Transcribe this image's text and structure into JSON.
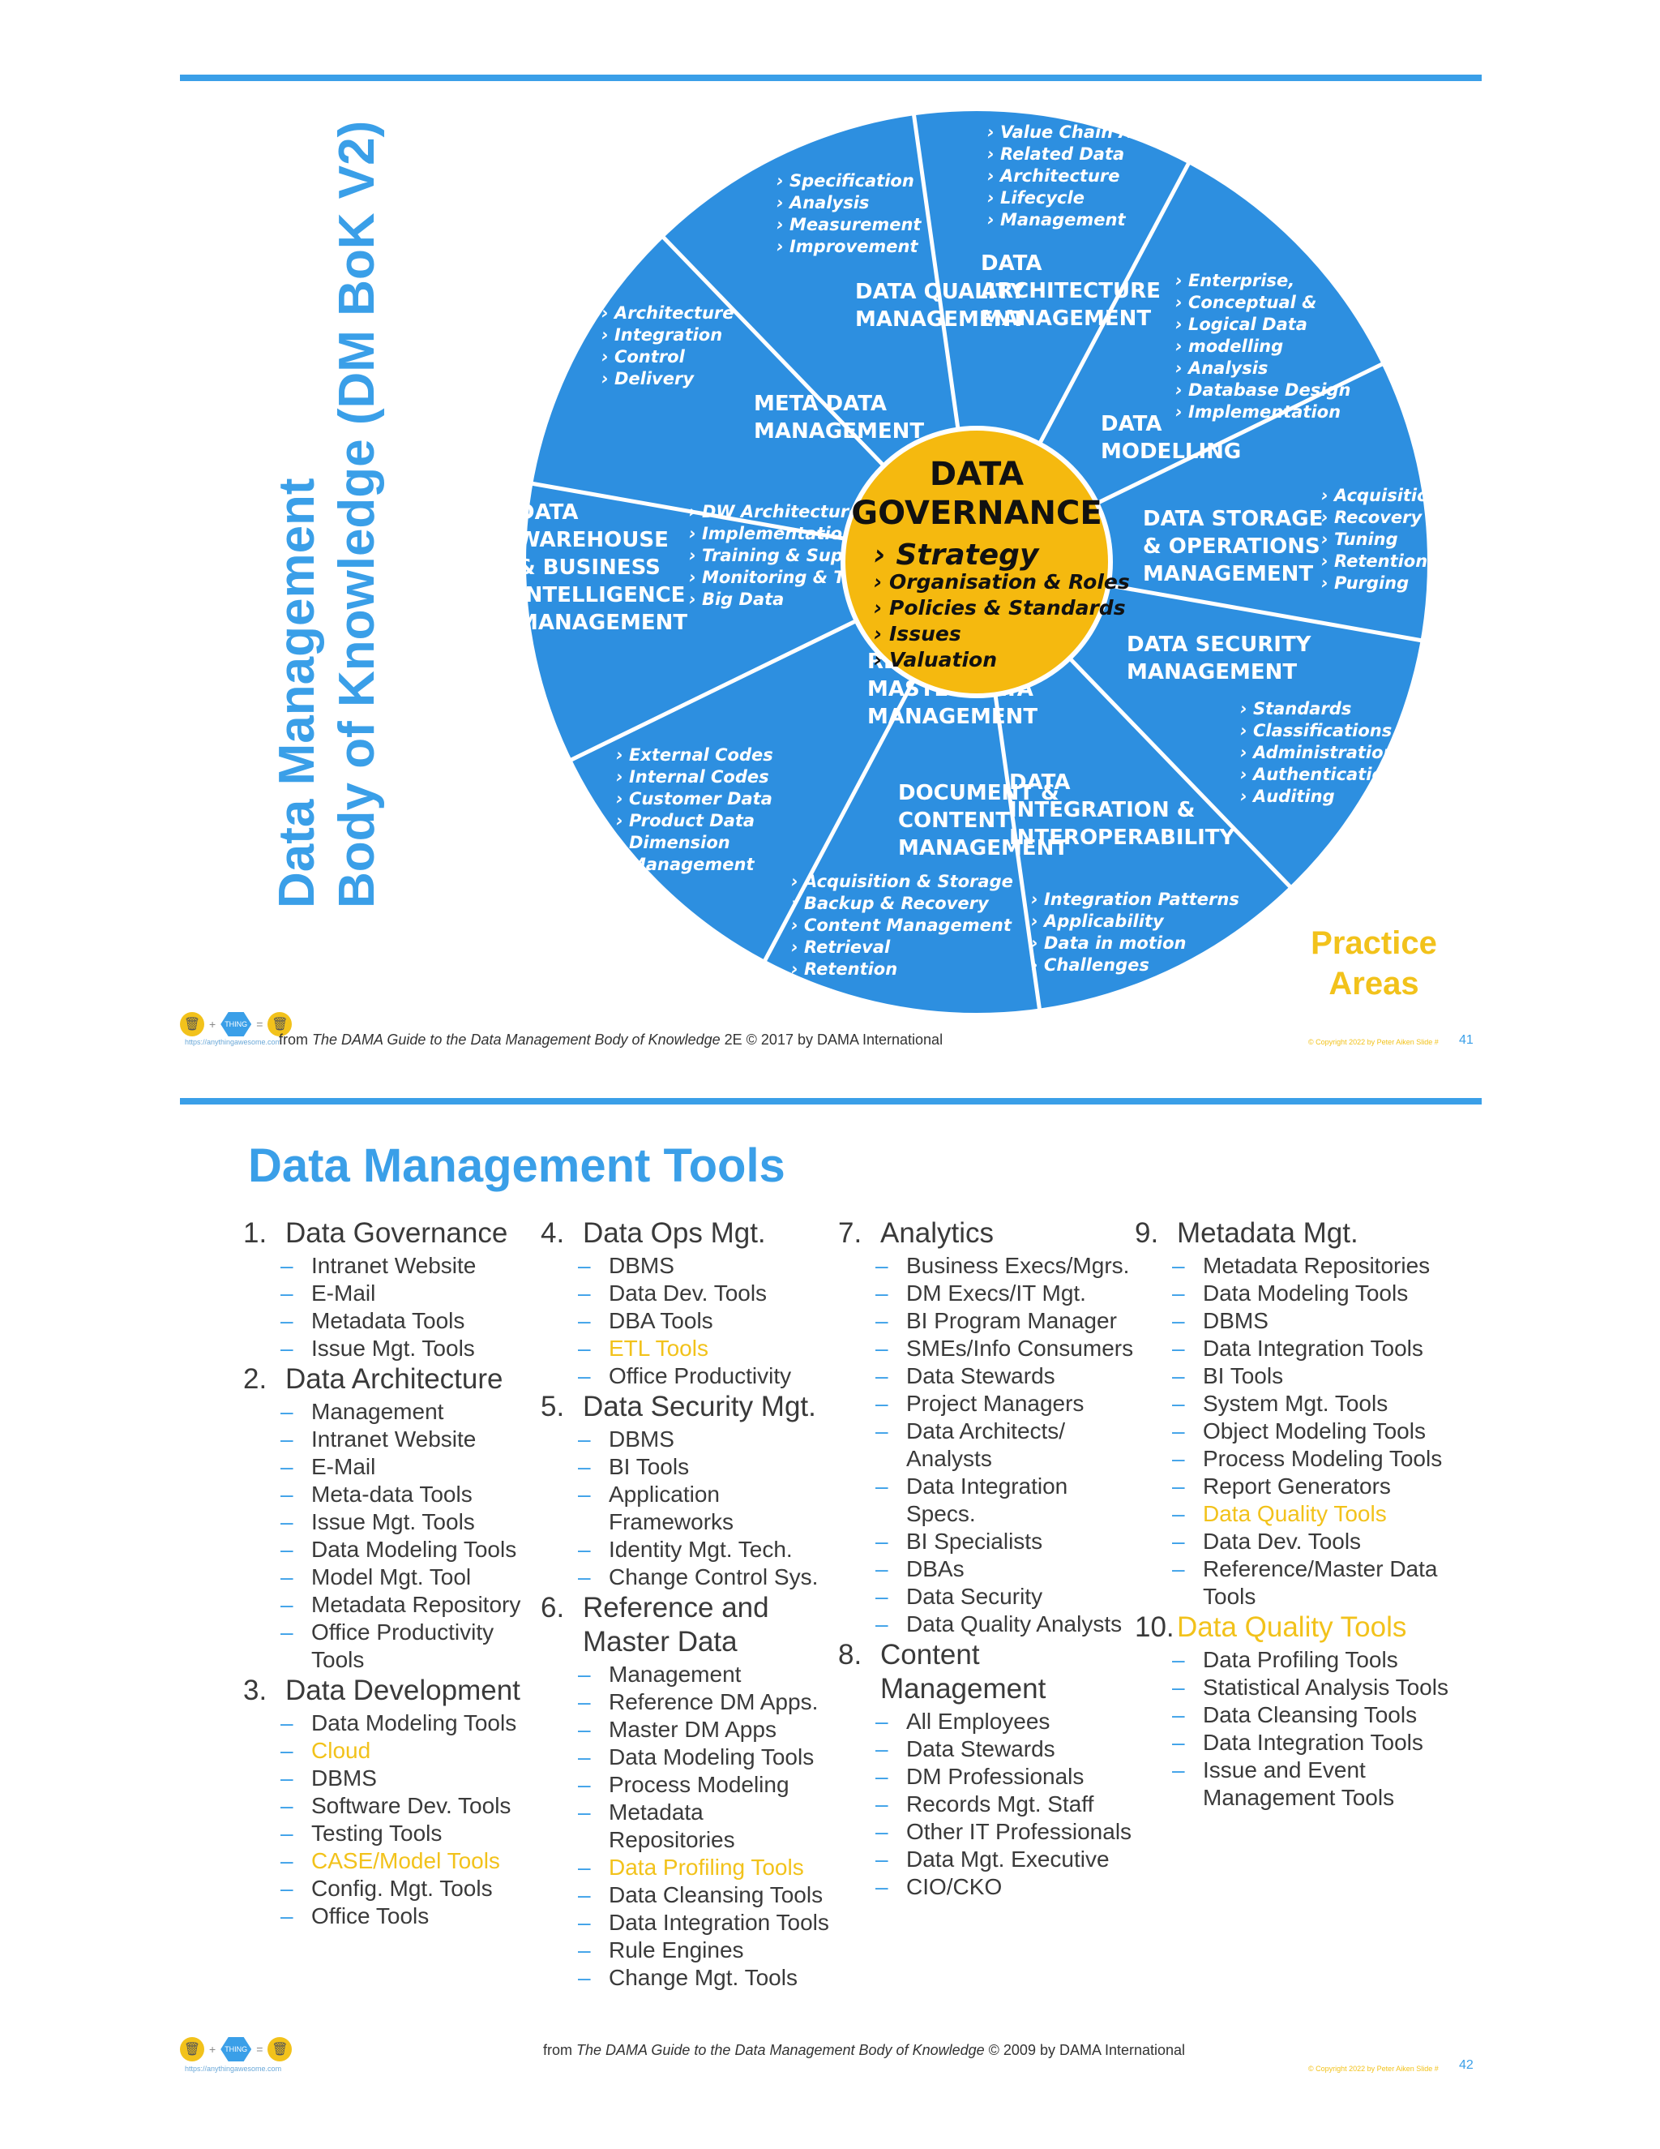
{
  "slide1": {
    "title_line1": "Data Management",
    "title_line2": "Body of Knowledge (DM BoK V2)",
    "center": {
      "title": [
        "DATA",
        "GOVERNANCE"
      ],
      "items": [
        "Strategy",
        "Organisation & Roles",
        "Policies & Standards",
        "Issues",
        "Valuation"
      ]
    },
    "segments": [
      {
        "title": [
          "DATA",
          "ARCHITECTURE",
          "MANAGEMENT"
        ],
        "items": [
          "Value Chain Analysis",
          "Related Data",
          "Architecture",
          "Lifecycle",
          "Management"
        ]
      },
      {
        "title": [
          "DATA",
          "MODELLING"
        ],
        "items": [
          "Enterprise,",
          "Conceptual &",
          "Logical  Data",
          "modelling",
          "Analysis",
          "Database Design",
          "Implementation"
        ]
      },
      {
        "title": [
          "DATA STORAGE",
          "& OPERATIONS",
          "MANAGEMENT"
        ],
        "items": [
          "Acquisition",
          "Recovery",
          "Tuning",
          "Retention",
          "Purging"
        ]
      },
      {
        "title": [
          "DATA SECURITY",
          "MANAGEMENT"
        ],
        "items": [
          "Standards",
          "Classifications",
          "Administration",
          "Authentication",
          "Auditing"
        ]
      },
      {
        "title": [
          "DATA",
          "INTEGRATION &",
          "INTEROPERABILITY"
        ],
        "items": [
          "Integration Patterns",
          "Applicability",
          "Data in motion",
          "Challenges"
        ]
      },
      {
        "title": [
          "DOCUMENT &",
          "CONTENT",
          "MANAGEMENT"
        ],
        "items": [
          "Acquisition & Storage",
          "Backup & Recovery",
          "Content Management",
          "Retrieval",
          "Retention"
        ]
      },
      {
        "title": [
          "REFERENCE &",
          "MASTER DATA",
          "MANAGEMENT"
        ],
        "items": [
          "External Codes",
          "Internal Codes",
          "Customer Data",
          "Product Data",
          "Dimension",
          "Management"
        ]
      },
      {
        "title": [
          "DATA",
          "WAREHOUSE",
          "& BUSINESS",
          "INTELLIGENCE",
          "MANAGEMENT"
        ],
        "items": [
          "DW Architecture",
          "Implementation",
          "Training & Support",
          "Monitoring & Tuning",
          "Big Data"
        ]
      },
      {
        "title": [
          "META DATA",
          "MANAGEMENT"
        ],
        "items": [
          "Architecture",
          "Integration",
          "Control",
          "Delivery"
        ]
      },
      {
        "title": [
          "DATA QUALITY",
          "MANAGEMENT"
        ],
        "items": [
          "Specification",
          "Analysis",
          "Measurement",
          "Improvement"
        ]
      }
    ],
    "practice_areas": [
      "Practice",
      "Areas"
    ],
    "logo_url": "https://anythingawesome.com",
    "credit_prefix": "from ",
    "credit_title": "The DAMA Guide to the Data Management Body of Knowledge",
    "credit_suffix": " 2E © 2017 by DAMA International",
    "copyright_small": "© Copyright   2022   by Peter Aiken   Slide # ",
    "slide_number": "41"
  },
  "slide2": {
    "title": "Data Management Tools",
    "columns": [
      [
        {
          "num": "1.",
          "name": "Data Governance",
          "items": [
            "Intranet Website",
            "E-Mail",
            "Metadata Tools",
            "Issue Mgt. Tools"
          ]
        },
        {
          "num": "2.",
          "name": "Data Architecture",
          "items": [
            "Management",
            "Intranet Website",
            "E-Mail",
            "Meta-data Tools",
            "Issue Mgt. Tools",
            "Data Modeling Tools",
            "Model Mgt. Tool",
            "Metadata Repository",
            "Office Productivity Tools"
          ]
        },
        {
          "num": "3.",
          "name": "Data Development",
          "items": [
            "Data Modeling Tools",
            "Cloud",
            "DBMS",
            "Software Dev. Tools",
            "Testing Tools",
            "CASE/Model Tools",
            "Config. Mgt. Tools",
            "Office Tools"
          ]
        }
      ],
      [
        {
          "num": "4.",
          "name": "Data Ops Mgt.",
          "items": [
            "DBMS",
            "Data Dev. Tools",
            "DBA Tools",
            "ETL Tools",
            "Office Productivity"
          ]
        },
        {
          "num": "5.",
          "name": "Data Security Mgt.",
          "items": [
            "DBMS",
            "BI Tools",
            "Application Frameworks",
            "Identity Mgt. Tech.",
            "Change Control Sys."
          ]
        },
        {
          "num": "6.",
          "name": "Reference and Master Data",
          "items": [
            "Management",
            "Reference DM Apps.",
            "Master DM Apps",
            "Data Modeling Tools",
            "Process Modeling",
            "Metadata Repositories",
            "Data Profiling Tools",
            "Data Cleansing Tools",
            "Data Integration Tools",
            "Rule Engines",
            "Change Mgt. Tools"
          ]
        }
      ],
      [
        {
          "num": "7.",
          "name": "Analytics",
          "items": [
            "Business Execs/Mgrs.",
            "DM Execs/IT Mgt.",
            "BI Program Manager",
            "SMEs/Info Consumers",
            "Data Stewards",
            "Project Managers",
            "Data Architects/ Analysts",
            "Data Integration Specs.",
            "BI Specialists",
            "DBAs",
            "Data Security",
            "Data Quality Analysts"
          ]
        },
        {
          "num": "8.",
          "name": "Content Management",
          "items": [
            "All Employees",
            "Data Stewards",
            "DM Professionals",
            "Records Mgt. Staff",
            "Other IT Professionals",
            "Data Mgt. Executive",
            "CIO/CKO"
          ]
        }
      ],
      [
        {
          "num": "9.",
          "name": "Metadata Mgt.",
          "items": [
            "Metadata Repositories",
            "Data Modeling Tools",
            "DBMS",
            "Data Integration Tools",
            "BI Tools",
            "System Mgt. Tools",
            "Object Modeling Tools",
            "Process Modeling Tools",
            "Report Generators",
            "Data Quality Tools",
            "Data Dev. Tools",
            "Reference/Master Data Tools"
          ]
        },
        {
          "num": "10.",
          "name": "Data Quality Tools",
          "items": [
            "Data Profiling Tools",
            "Statistical Analysis Tools",
            "Data Cleansing Tools",
            "Data Integration Tools",
            "Issue and Event Management Tools"
          ]
        }
      ]
    ],
    "highlighted": [
      "ETL Tools",
      "Cloud",
      "CASE/Model Tools",
      "Data Profiling Tools@6",
      "Data Quality Tools@9",
      "Data Quality Tools@10"
    ],
    "logo_url": "https://anythingawesome.com",
    "credit_prefix": "from ",
    "credit_title": "The DAMA Guide to the Data Management Body of Knowledge",
    "credit_suffix": " © 2009 by DAMA International",
    "copyright_small": "© Copyright   2022   by Peter Aiken   Slide # ",
    "slide_number": "42"
  },
  "colors": {
    "accent_blue": "#3a9fe8",
    "highlight_yellow": "#f2c21b",
    "wheel_blue": "#2d8fe0",
    "center_gold": "#f5b90f"
  }
}
